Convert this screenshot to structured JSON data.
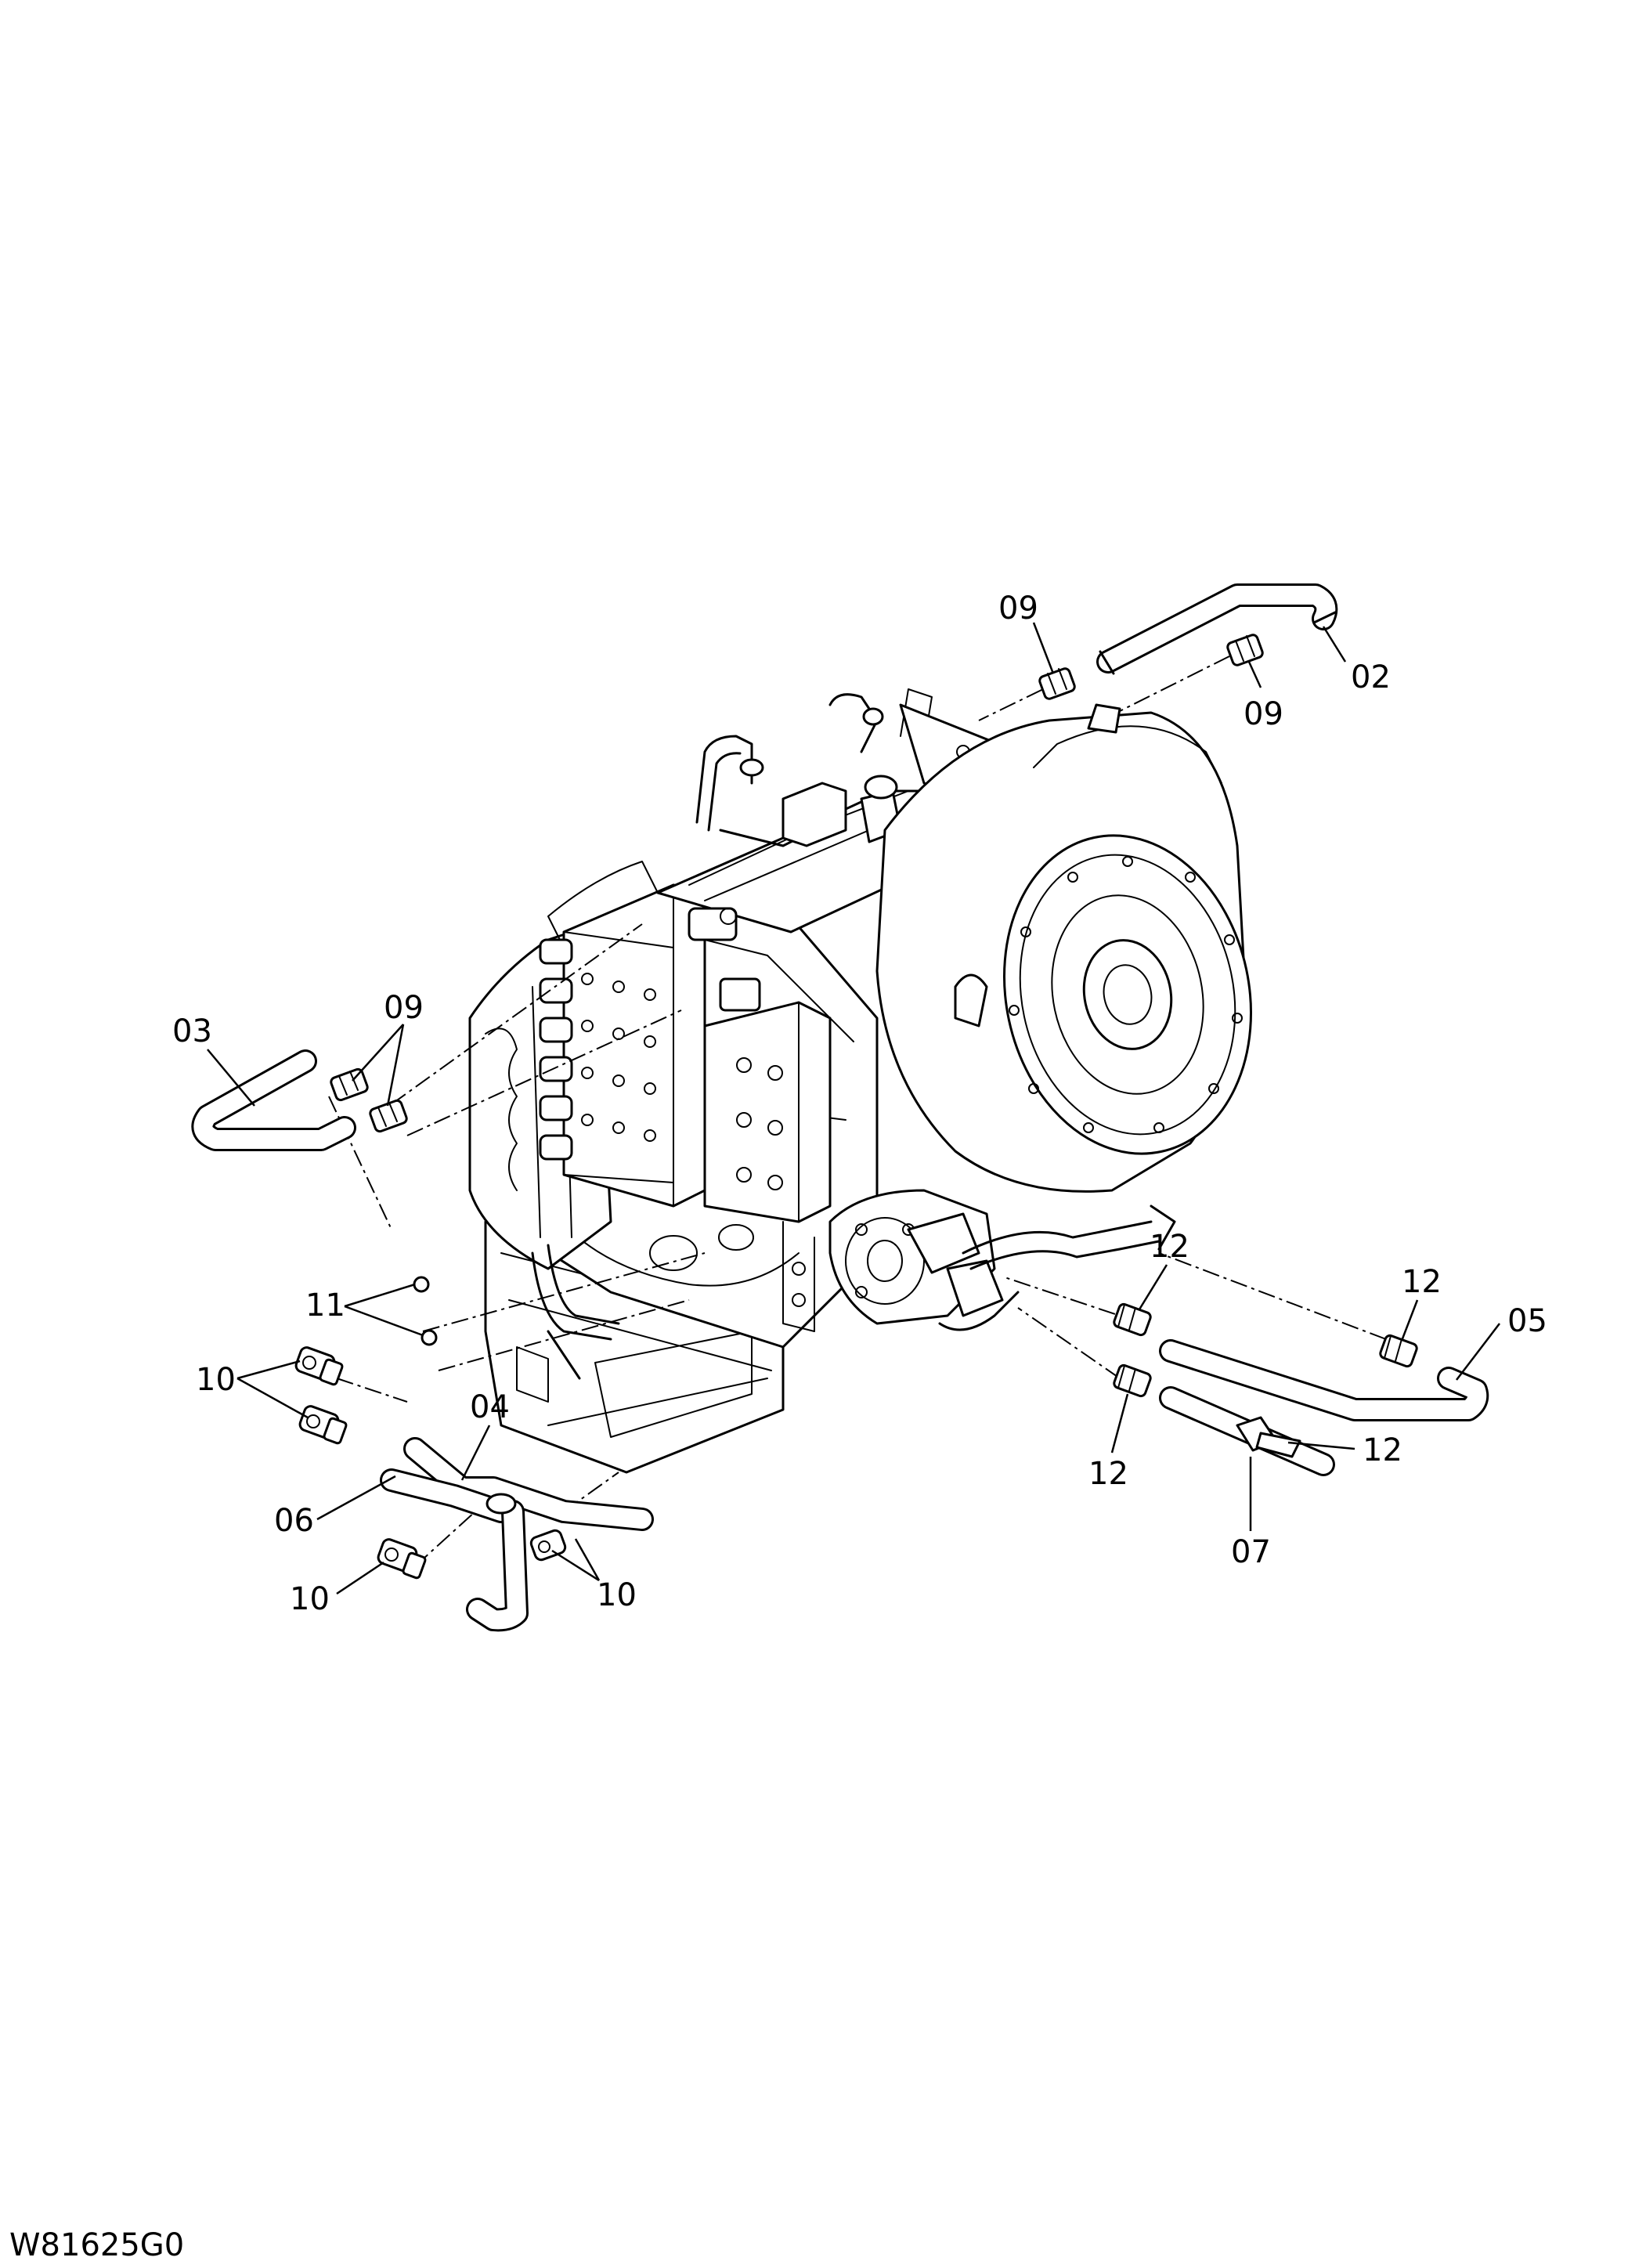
{
  "drawing_code": "W81625G0",
  "callouts": [
    {
      "id": "c09a",
      "text": "09"
    },
    {
      "id": "c02",
      "text": "02"
    },
    {
      "id": "c09b",
      "text": "09"
    },
    {
      "id": "c09c",
      "text": "09"
    },
    {
      "id": "c03",
      "text": "03"
    },
    {
      "id": "c12a",
      "text": "12"
    },
    {
      "id": "c12b",
      "text": "12"
    },
    {
      "id": "c05",
      "text": "05"
    },
    {
      "id": "c11",
      "text": "11"
    },
    {
      "id": "c10a",
      "text": "10"
    },
    {
      "id": "c04",
      "text": "04"
    },
    {
      "id": "c12c",
      "text": "12"
    },
    {
      "id": "c12d",
      "text": "12"
    },
    {
      "id": "c06",
      "text": "06"
    },
    {
      "id": "c07",
      "text": "07"
    },
    {
      "id": "c10b",
      "text": "10"
    },
    {
      "id": "c10c",
      "text": "10"
    }
  ]
}
